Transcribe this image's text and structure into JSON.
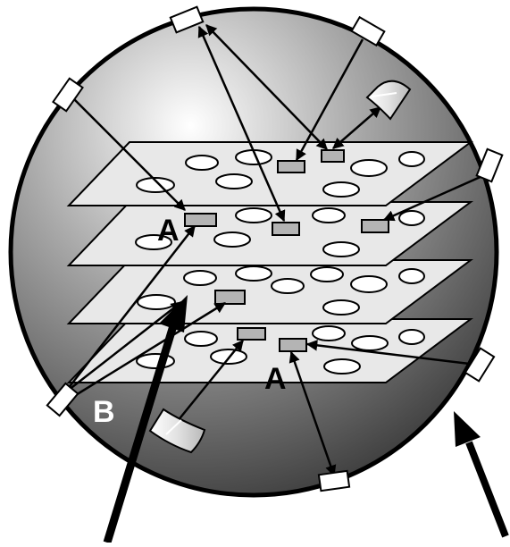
{
  "diagram": {
    "labels": {
      "a_upper": "A",
      "a_lower": "A",
      "b": "B"
    },
    "colors": {
      "sphere_light": "#ffffff",
      "sphere_mid": "#a9a9a9",
      "sphere_dark": "#3a3a3a",
      "layer_fill": "#e8e8e8",
      "node_fill": "#b4b4b4",
      "stroke": "#000000",
      "label_b": "#ffffff"
    }
  }
}
